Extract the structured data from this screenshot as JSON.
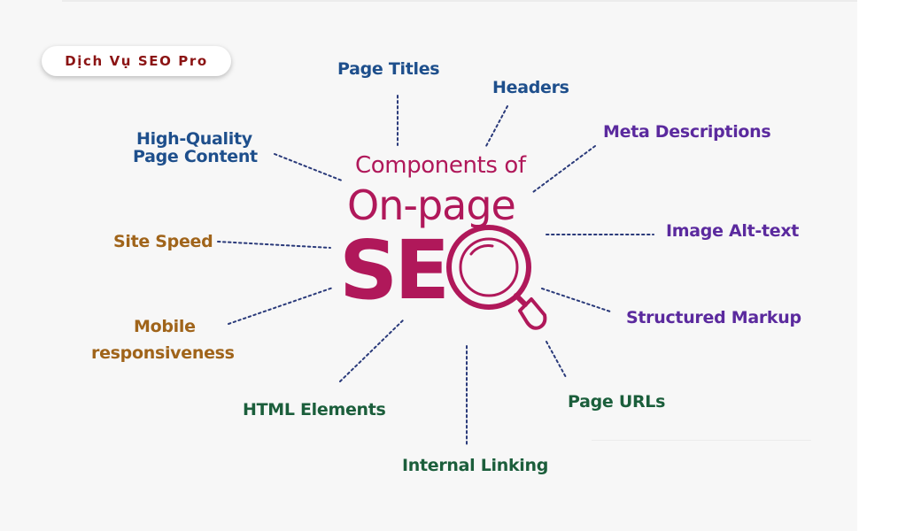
{
  "badge": {
    "text": "Dịch Vụ SEO Pro"
  },
  "center": {
    "line1": "Components of",
    "line2": "On-page",
    "line3": "SEO"
  },
  "labels": {
    "page_titles": "Page Titles",
    "headers": "Headers",
    "meta_descriptions": "Meta Descriptions",
    "high_quality_1": "High-Quality",
    "high_quality_2": "Page Content",
    "image_alt_text": "Image Alt-text",
    "site_speed": "Site Speed",
    "structured_markup": "Structured Markup",
    "mobile_1": "Mobile",
    "mobile_2": "responsiveness",
    "page_urls": "Page URLs",
    "html_elements": "HTML Elements",
    "internal_linking": "Internal Linking"
  },
  "colors": {
    "center": "#b0185a",
    "blue": "#1e4f8c",
    "purple": "#5b2a9e",
    "orange": "#a0641a",
    "green": "#1b5e3b",
    "badge_text": "#8b1414",
    "dotted_line": "#2a3a7a"
  },
  "icons": {
    "magnifier": "magnifying-glass-icon"
  }
}
